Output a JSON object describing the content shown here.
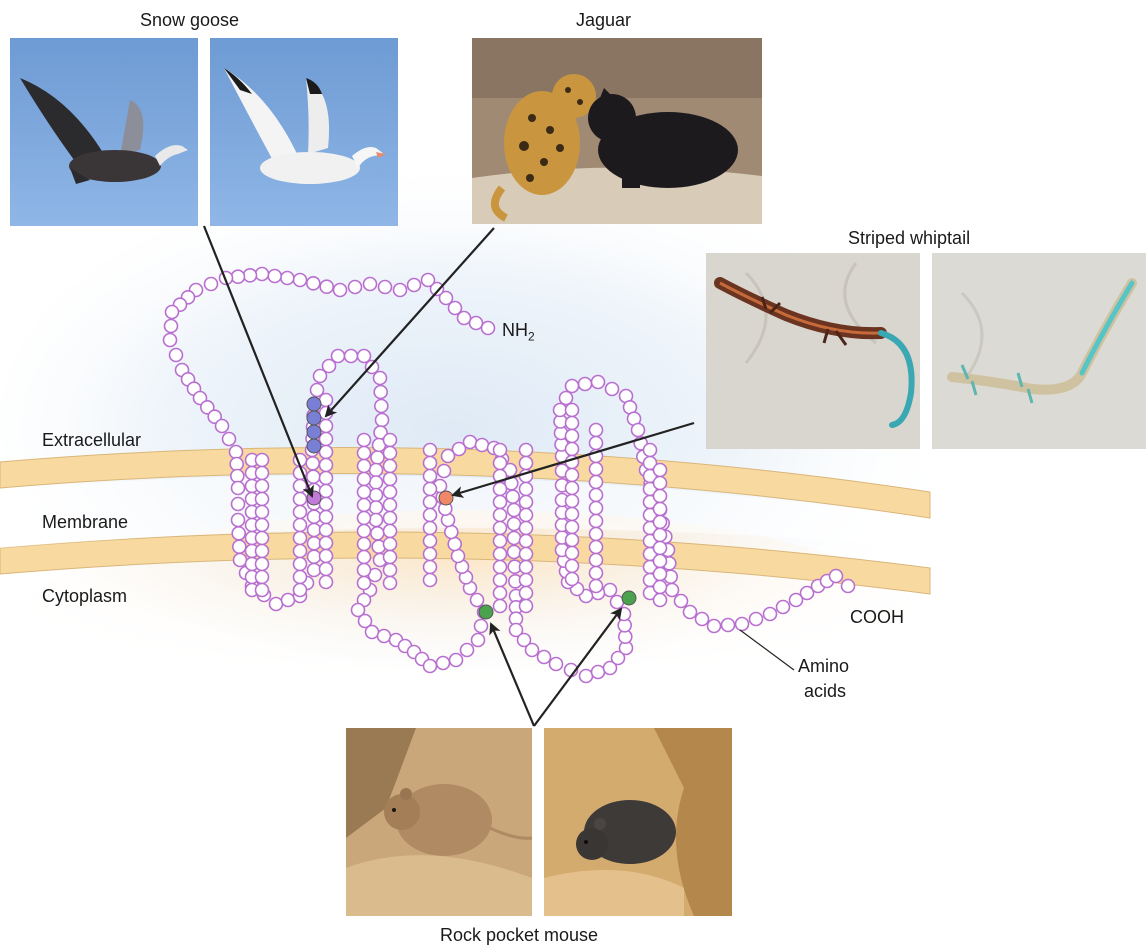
{
  "labels": {
    "snow_goose": "Snow goose",
    "jaguar": "Jaguar",
    "striped_whiptail": "Striped whiptail",
    "rock_pocket_mouse": "Rock pocket mouse",
    "extracellular": "Extracellular",
    "membrane": "Membrane",
    "cytoplasm": "Cytoplasm",
    "nh2": "NH",
    "nh2_sub": "2",
    "cooh": "COOH",
    "amino_acids_line1": "Amino",
    "amino_acids_line2": "acids"
  },
  "photos": [
    {
      "id": "snow-goose-dark-morph",
      "group": "Snow goose",
      "subject": "dark goose in flight"
    },
    {
      "id": "snow-goose-white-morph",
      "group": "Snow goose",
      "subject": "white goose in flight"
    },
    {
      "id": "jaguar-pair",
      "group": "Jaguar",
      "subject": "spotted and black jaguar"
    },
    {
      "id": "whiptail-striped",
      "group": "Striped whiptail",
      "subject": "striped lizard"
    },
    {
      "id": "whiptail-pale",
      "group": "Striped whiptail",
      "subject": "pale lizard"
    },
    {
      "id": "mouse-light",
      "group": "Rock pocket mouse",
      "subject": "light mouse"
    },
    {
      "id": "mouse-dark",
      "group": "Rock pocket mouse",
      "subject": "dark mouse"
    }
  ],
  "colors": {
    "amino_acid_ring": "#b86fd0",
    "membrane_band": "#f8d9a0",
    "membrane_edge": "#d9b67a",
    "highlight_blue": "#7a7fd6",
    "highlight_purple": "#c07ad8",
    "highlight_orange": "#f08868",
    "highlight_green": "#4aa24e"
  }
}
